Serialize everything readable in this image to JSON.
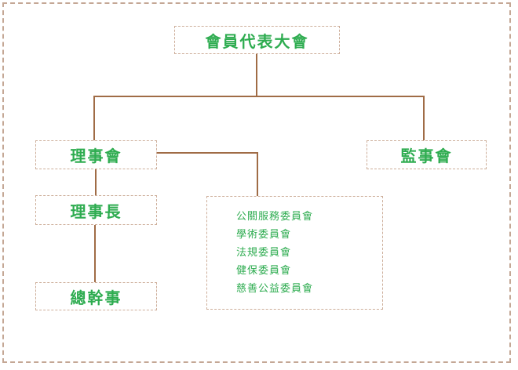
{
  "nodes": {
    "assembly": "會員代表大會",
    "board": "理事會",
    "supervisors": "監事會",
    "chairman": "理事長",
    "secretary": "總幹事"
  },
  "committees": [
    "公關服務委員會",
    "學術委員會",
    "法規委員會",
    "健保委員會",
    "慈善公益委員會"
  ],
  "colors": {
    "text_green": "#2EAC50",
    "connector_brown": "#A06C46",
    "node_border_tan": "#CDAE9A",
    "outer_border_tan": "#C4A795",
    "background": "#FFFFFF"
  }
}
